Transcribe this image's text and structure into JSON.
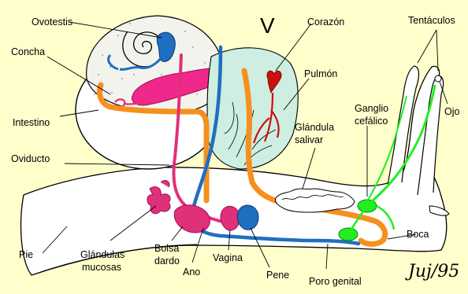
{
  "diagram": {
    "top_letter": "V",
    "signature": "Juj/95",
    "labels": {
      "ovotestis": "Ovotestis",
      "concha": "Concha",
      "intestino": "Intestino",
      "oviducto": "Oviducto",
      "pie": "Pie",
      "glandulas_mucosas_1": "Glándulas",
      "glandulas_mucosas_2": "mucosas",
      "bolsa_dardo_1": "Bolsa",
      "bolsa_dardo_2": "dardo",
      "ano": "Ano",
      "vagina": "Vagina",
      "pene": "Pene",
      "poro_genital": "Poro genital",
      "boca": "Boca",
      "ojo": "Ojo",
      "tentaculos": "Tentáculos",
      "ganglio_cefalico_1": "Ganglio",
      "ganglio_cefalico_2": "cefálico",
      "glandula_salivar_1": "Glándula",
      "glandula_salivar_2": "salivar",
      "pulmon": "Pulmón",
      "corazon": "Corazón"
    },
    "colors": {
      "background": "#ffffcc",
      "body_fill": "#ffffff",
      "intestine": "#f5901e",
      "ovotestis_duct": "#1e6fc0",
      "heart_lung_vessels": "#cc1010",
      "nerve_ganglia": "#22ee22",
      "mucous_glands": "#e0307a",
      "digestive_gland": "#f0288c",
      "lung_wash": "#cdeee0"
    }
  }
}
